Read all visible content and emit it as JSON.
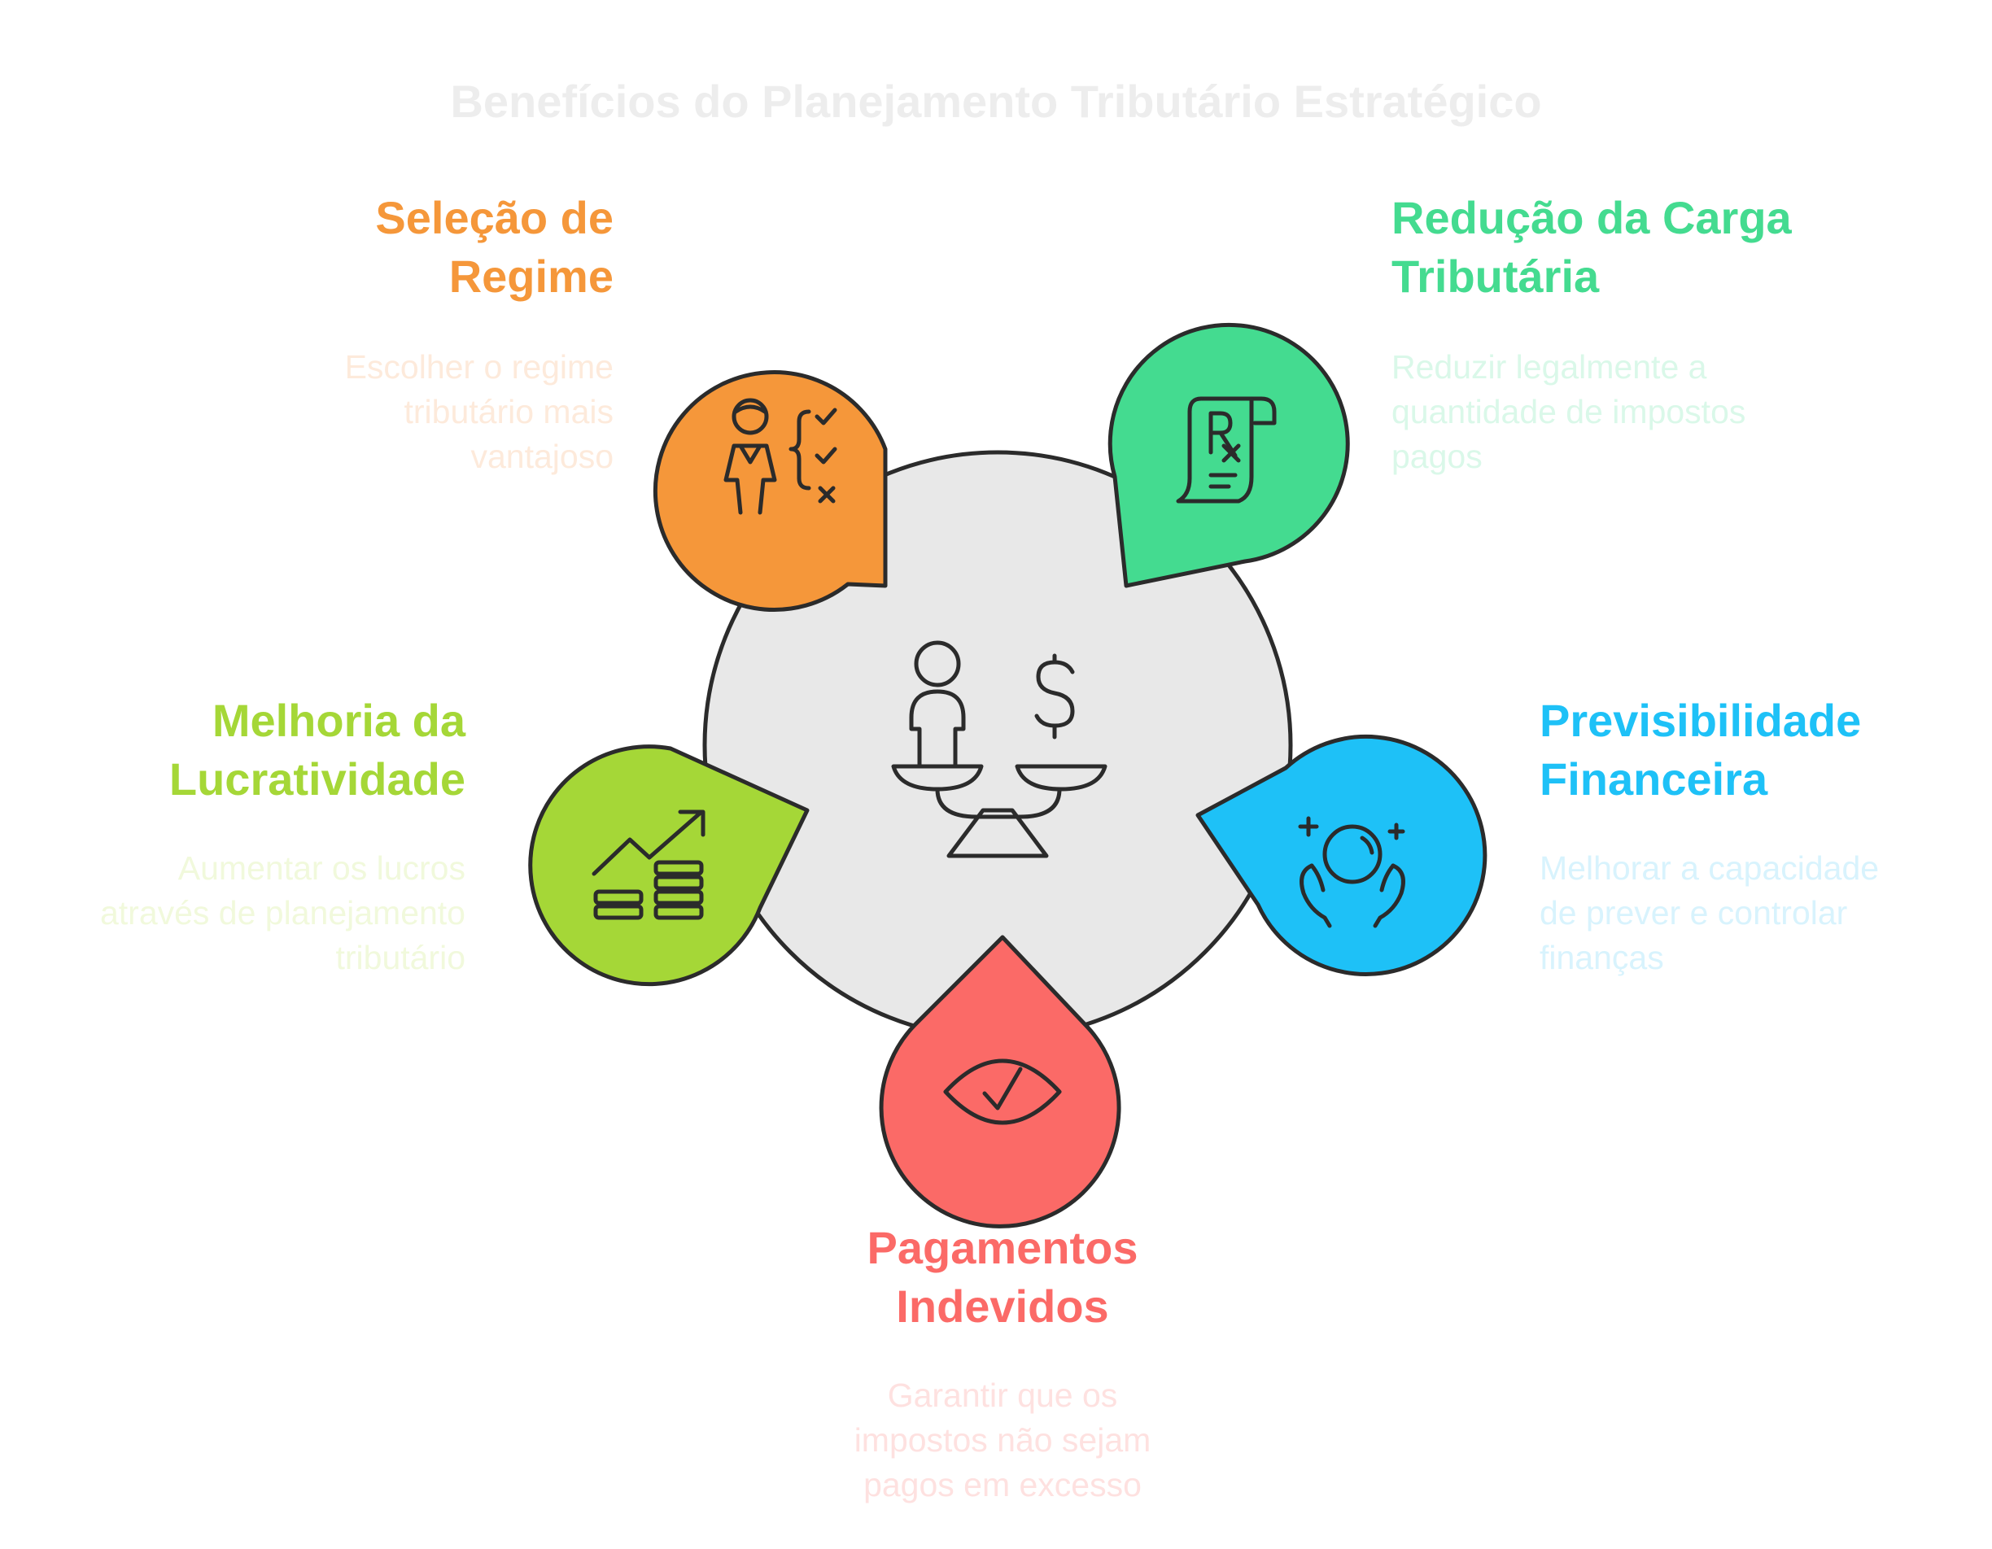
{
  "title": "Benefícios do Planejamento Tributário Estratégico",
  "colors": {
    "hub_fill": "#e8e8e8",
    "outline": "#2b2b2b",
    "orange": "#f5973a",
    "green": "#44db90",
    "lime": "#a5d737",
    "blue": "#1ec1f7",
    "red": "#fb6a67"
  },
  "hub": {
    "icon": "person-money-scale-icon"
  },
  "items": [
    {
      "id": "selecao",
      "color": "#f5973a",
      "desc_color": "#fdeadb",
      "icon": "person-checklist-icon",
      "title_lines": [
        "Seleção de",
        "Regime"
      ],
      "desc_lines": [
        "Escolher o regime",
        "tributário mais",
        "vantajoso"
      ]
    },
    {
      "id": "reducao",
      "color": "#44db90",
      "desc_color": "#daf8e9",
      "icon": "prescription-receipt-icon",
      "title_lines": [
        "Redução da Carga",
        "Tributária"
      ],
      "desc_lines": [
        "Reduzir legalmente a",
        "quantidade de impostos",
        "pagos"
      ]
    },
    {
      "id": "previsibilidade",
      "color": "#1ec1f7",
      "desc_color": "#d8f3fd",
      "icon": "crystal-ball-hands-icon",
      "title_lines": [
        "Previsibilidade",
        "Financeira"
      ],
      "desc_lines": [
        "Melhorar a capacidade",
        "de prever e controlar",
        "finanças"
      ]
    },
    {
      "id": "pagamentos",
      "color": "#fb6a67",
      "desc_color": "#fee1e0",
      "icon": "eye-check-icon",
      "title_lines": [
        "Pagamentos",
        "Indevidos"
      ],
      "desc_lines": [
        "Garantir que os",
        "impostos não sejam",
        "pagos em excesso"
      ]
    },
    {
      "id": "lucratividade",
      "color": "#a5d737",
      "desc_color": "#f1f9dc",
      "icon": "growth-chart-coins-icon",
      "title_lines": [
        "Melhoria da",
        "Lucratividade"
      ],
      "desc_lines": [
        "Aumentar os lucros",
        "através de planejamento",
        "tributário"
      ]
    }
  ]
}
